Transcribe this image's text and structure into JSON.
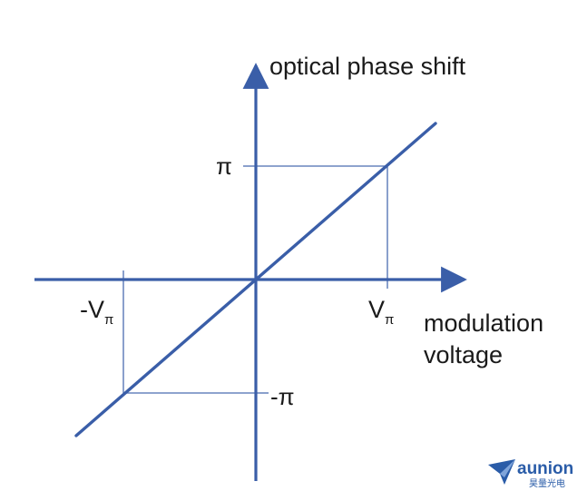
{
  "diagram": {
    "y_axis_label": "optical phase shift",
    "x_axis_label_line1": "modulation",
    "x_axis_label_line2": "voltage",
    "pi_label": "π",
    "neg_pi_label": "-π",
    "v_pi_main": "V",
    "v_pi_sub": "π",
    "neg_v_pi_main": "-V",
    "neg_v_pi_sub": "π"
  },
  "logo": {
    "name": "aunion",
    "subtitle": "昊量光电"
  },
  "colors": {
    "line": "#3a5ea8",
    "guide": "#4a6cb0",
    "logo": "#2a5ca8",
    "text": "#1a1a1a"
  }
}
